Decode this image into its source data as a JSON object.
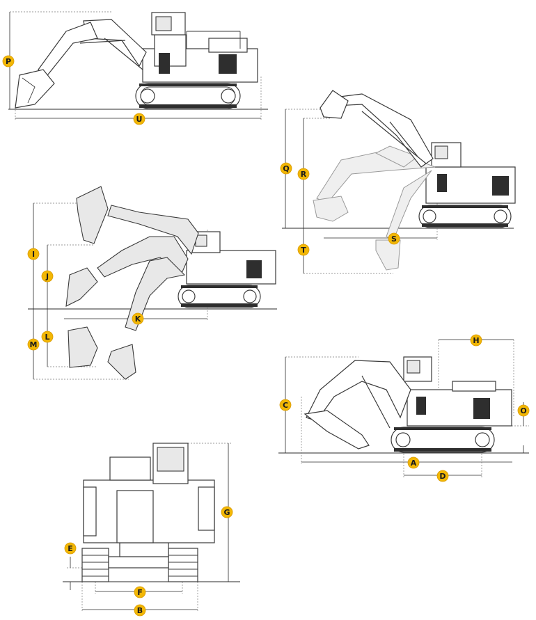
{
  "figures": [
    {
      "id": "side-view-reach",
      "labels": [
        "P",
        "U"
      ]
    },
    {
      "id": "face-shovel-view",
      "labels": [
        "Q",
        "R",
        "S",
        "T"
      ]
    },
    {
      "id": "backhoe-working-range",
      "labels": [
        "I",
        "J",
        "K",
        "L",
        "M"
      ]
    },
    {
      "id": "transport-view",
      "labels": [
        "C",
        "H",
        "O",
        "A",
        "D"
      ]
    },
    {
      "id": "front-view",
      "labels": [
        "G",
        "E",
        "F",
        "B"
      ]
    }
  ],
  "dimension_labels": {
    "P": "P",
    "U": "U",
    "Q": "Q",
    "R": "R",
    "S": "S",
    "T": "T",
    "I": "I",
    "J": "J",
    "K": "K",
    "L": "L",
    "M": "M",
    "C": "C",
    "H": "H",
    "O": "O",
    "A": "A",
    "D": "D",
    "G": "G",
    "E": "E",
    "F": "F",
    "B": "B"
  },
  "colors": {
    "badge": "#f2b705",
    "ink": "#3a3a3a",
    "shade": "#e8e8e8"
  }
}
